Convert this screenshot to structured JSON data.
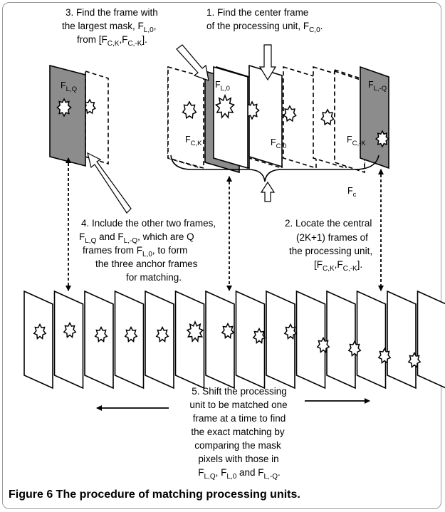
{
  "steps": {
    "s1": [
      "1.  Find the center frame",
      "of the processing unit, F",
      "C,0",
      "."
    ],
    "s2": [
      "2. Locate the central",
      "(2K+1) frames of",
      "the processing unit,",
      "[F",
      "C,K",
      ",F",
      "C,-K",
      "]."
    ],
    "s3": [
      "3. Find the frame with",
      "the largest mask, F",
      "L,0",
      ",",
      "from [F",
      "C,K",
      ",F",
      "C,-K",
      "]."
    ],
    "s4": [
      "4. Include the other two frames,",
      "F",
      "L,Q",
      " and F",
      "L,-Q",
      ", which are Q",
      "frames from F",
      "L,0",
      ", to form",
      "the three anchor frames",
      "for matching."
    ],
    "s5": [
      "5. Shift the processing",
      "unit to be matched one",
      "frame at a time to find",
      "the exact matching by",
      "comparing the mask",
      "pixels with those in",
      "F",
      "L,Q",
      ", F",
      "L,0",
      " and F",
      "L,-Q",
      "."
    ]
  },
  "labels": {
    "fl_q": [
      "F",
      "L,Q"
    ],
    "fl_0": [
      "F",
      "L,0"
    ],
    "fl_negq": [
      "F",
      "L,-Q"
    ],
    "fc_k": [
      "F",
      "C,K"
    ],
    "fc_0": [
      "F",
      "C,0"
    ],
    "fc_negk": [
      "F",
      "C,-K"
    ],
    "fc": [
      "F",
      "c"
    ]
  },
  "caption": {
    "prefix": "Figure 6",
    "text": " The procedure of matching processing units."
  },
  "colors": {
    "anchor_fill": "#8c8c8c",
    "border": "#9a9a9a"
  }
}
